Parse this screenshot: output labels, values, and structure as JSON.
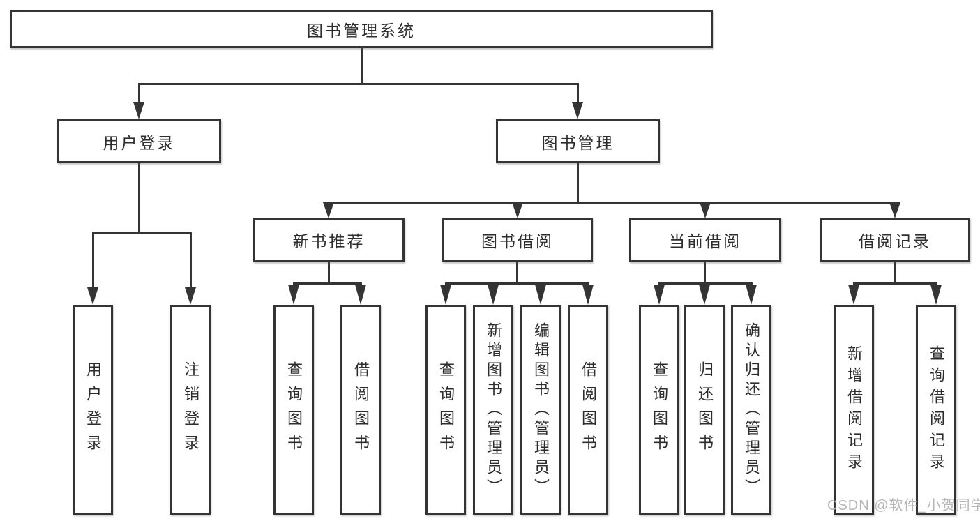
{
  "tree": {
    "root": "图书管理系统",
    "branches": [
      {
        "label": "用户登录",
        "children": [
          "用户登录",
          "注销登录"
        ]
      },
      {
        "label": "图书管理",
        "groups": [
          {
            "label": "新书推荐",
            "children": [
              "查询图书",
              "借阅图书"
            ]
          },
          {
            "label": "图书借阅",
            "children": [
              "查询图书",
              "新增图书（管理员）",
              "编辑图书（管理员）",
              "借阅图书"
            ]
          },
          {
            "label": "当前借阅",
            "children": [
              "查询图书",
              "归还图书",
              "确认归还（管理员）"
            ]
          },
          {
            "label": "借阅记录",
            "children": [
              "新增借阅记录",
              "查询借阅记录"
            ]
          }
        ]
      }
    ]
  },
  "watermark": {
    "text": "CSDN @软件_小贺同学"
  },
  "colors": {
    "line": "#343434",
    "text": "#2d2d2d",
    "watermark": "#b6b6b6",
    "background": "#ffffff"
  }
}
